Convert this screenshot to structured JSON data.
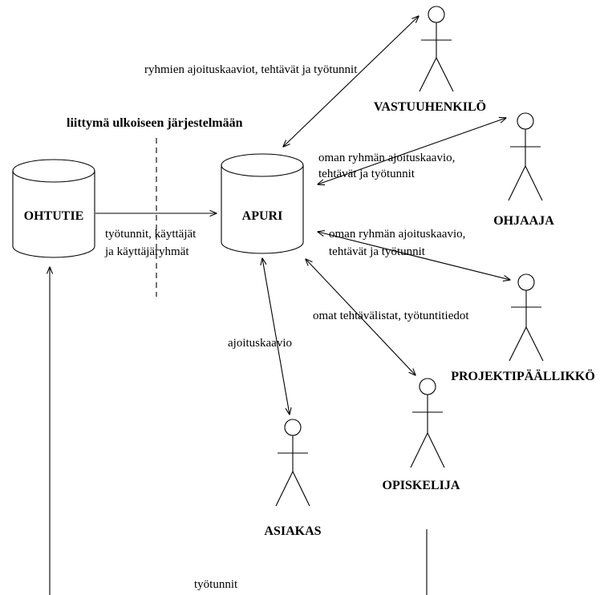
{
  "nodes": {
    "ohtutie": "OHTUTIE",
    "apuri": "APURI"
  },
  "actors": {
    "vastuuhenkilo": "VASTUUHENKILÖ",
    "ohjaaja": "OHJAAJA",
    "projektipaallikko": "PROJEKTIPÄÄLLIKKÖ",
    "opiskelija": "OPISKELIJA",
    "asiakas": "ASIAKAS"
  },
  "labels": {
    "interface": "liittymä ulkoiseen järjestelmään",
    "vastuu_flow": "ryhmien ajoituskaaviot, tehtävät ja työtunnit",
    "ohjaaja_flow_1": "oman ryhmän ajoituskaavio,",
    "ohjaaja_flow_2": "tehtävät ja työtunnit",
    "pp_flow_1": "oman ryhmän ajoituskaavio,",
    "pp_flow_2": "tehtävät ja työtunnit",
    "ohtutie_flow_1": "työtunnit, käyttäjät",
    "ohtutie_flow_2": "ja käyttäjäryhmät",
    "opiskelija_flow": "omat tehtävälistat, työtuntitiedot",
    "asiakas_flow": "ajoituskaavio",
    "bottom_flow": "työtunnit"
  }
}
